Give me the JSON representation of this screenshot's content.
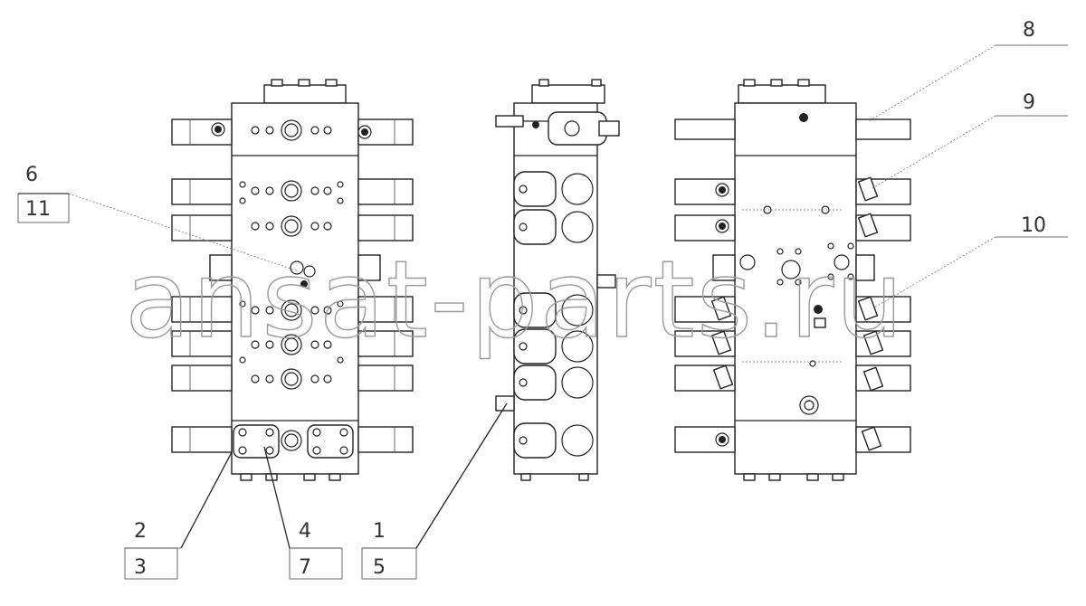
{
  "watermark": "ansat-parts.ru",
  "callouts": {
    "c6": "6",
    "c11": "11",
    "c8": "8",
    "c9": "9",
    "c10": "10",
    "c2": "2",
    "c3": "3",
    "c4": "4",
    "c7": "7",
    "c1": "1",
    "c5": "5"
  },
  "colors": {
    "line": "#222222",
    "background": "#ffffff",
    "watermark": "#9a9a9a"
  }
}
